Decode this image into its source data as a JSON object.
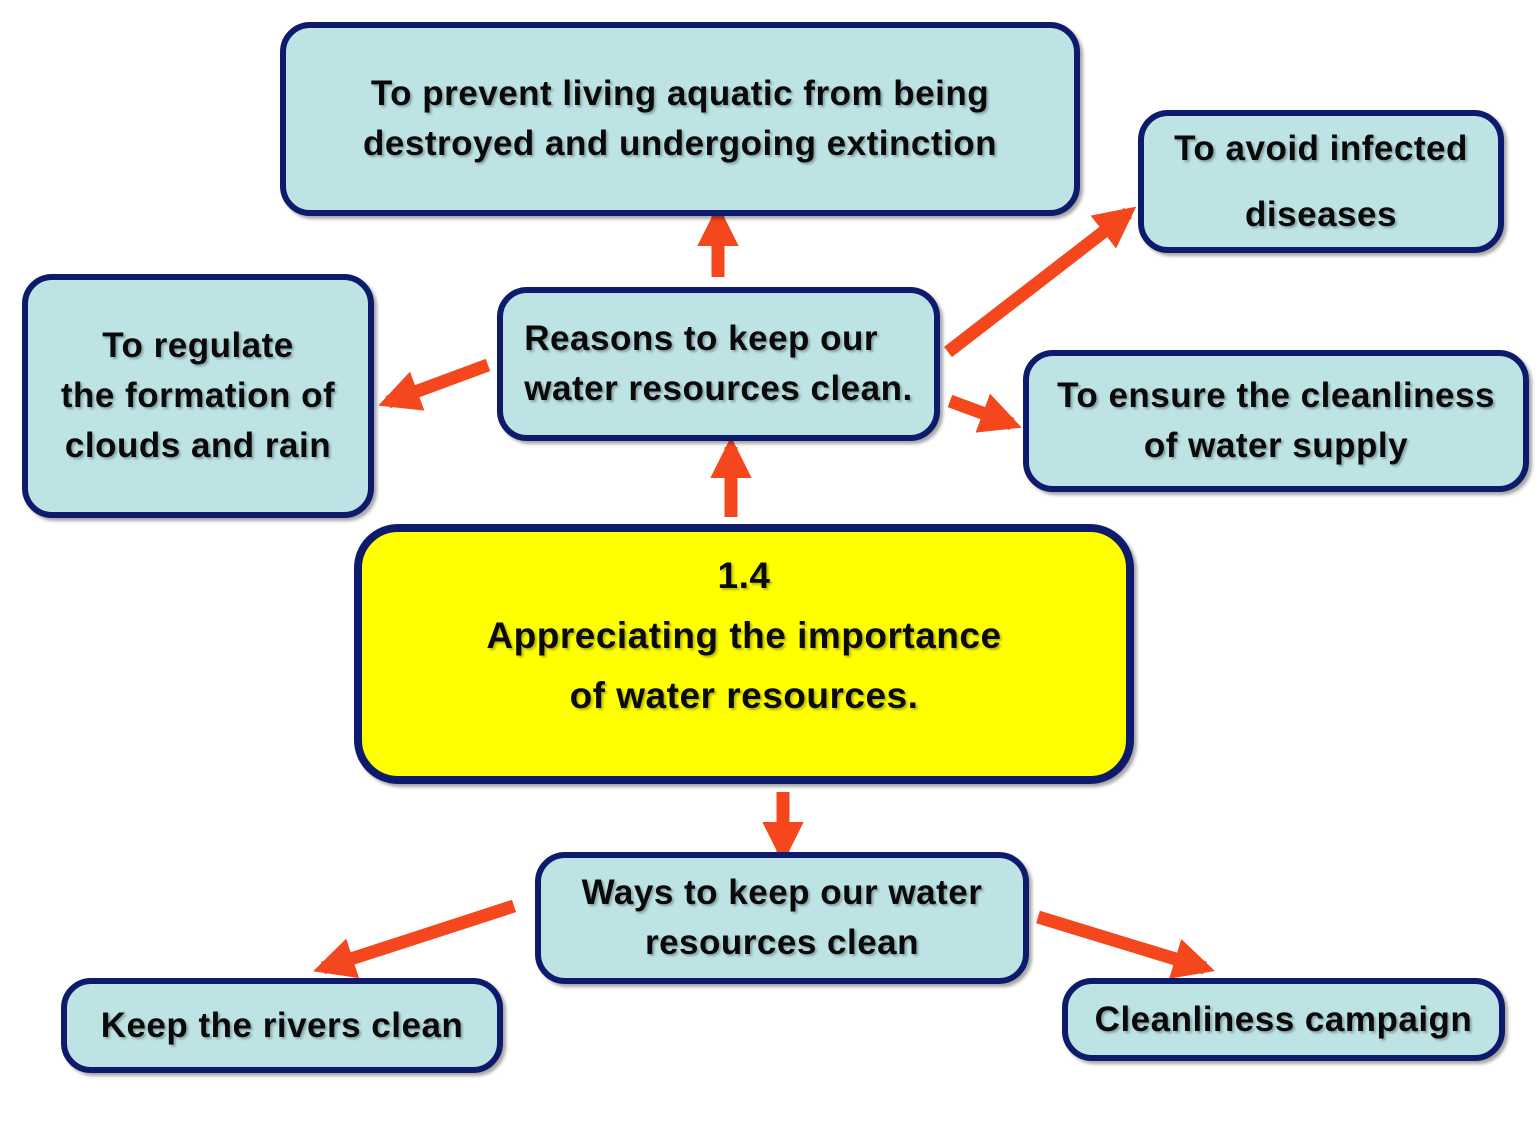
{
  "diagram": {
    "center": {
      "number": "1.4",
      "title": "Appreciating the importance\nof water resources."
    },
    "reasons": {
      "label": "Reasons to keep our\nwater resources clean.",
      "items": [
        {
          "id": "prevent",
          "text": "To prevent living aquatic from being\ndestroyed and  undergoing extinction"
        },
        {
          "id": "avoid",
          "text": "To avoid infected\ndiseases"
        },
        {
          "id": "regulate",
          "text": "To regulate\nthe formation of\nclouds and rain"
        },
        {
          "id": "ensure",
          "text": "To ensure the cleanliness\nof  water supply"
        }
      ]
    },
    "ways": {
      "label": "Ways to keep our water\nresources clean",
      "items": [
        {
          "id": "rivers",
          "text": "Keep the rivers clean"
        },
        {
          "id": "campaign",
          "text": "Cleanliness campaign"
        }
      ]
    },
    "colors": {
      "box_fill": "#bde3e5",
      "box_border": "#0e1a6b",
      "center_fill": "#ffff00",
      "arrow": "#f5471e"
    }
  }
}
